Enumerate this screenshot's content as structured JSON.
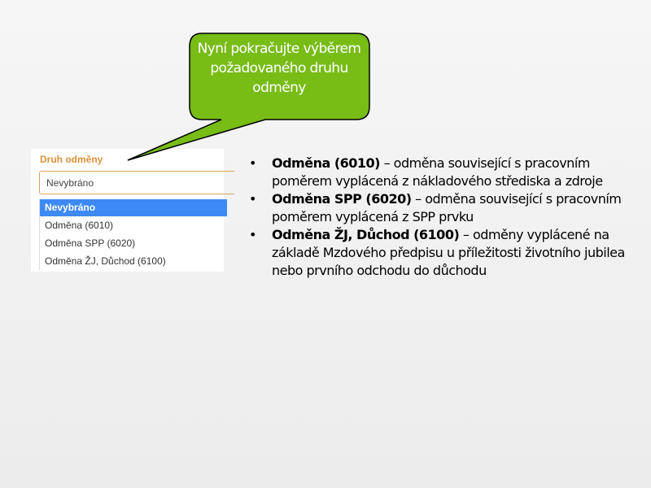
{
  "callout": {
    "text": "Nyní pokračujte výběrem požadovaného druhu odměny",
    "color": "#78bc16"
  },
  "form": {
    "label": "Druh odměny",
    "select_value": "Nevybráno",
    "options": [
      "Nevybráno",
      "Odměna (6010)",
      "Odměna SPP (6020)",
      "Odměna ŽJ, Důchod (6100)"
    ]
  },
  "bullets": [
    {
      "term": "Odměna (6010)",
      "desc": " – odměna související s pracovním poměrem vyplácená z nákladového střediska a zdroje"
    },
    {
      "term": "Odměna SPP (6020)",
      "desc": " – odměna související s pracovním poměrem vyplácená z SPP prvku"
    },
    {
      "term": "Odměna ŽJ, Důchod (6100)",
      "desc": " – odměny vyplácené na základě Mzdového předpisu u příležitosti životního jubilea nebo prvního odchodu do důchodu"
    }
  ]
}
